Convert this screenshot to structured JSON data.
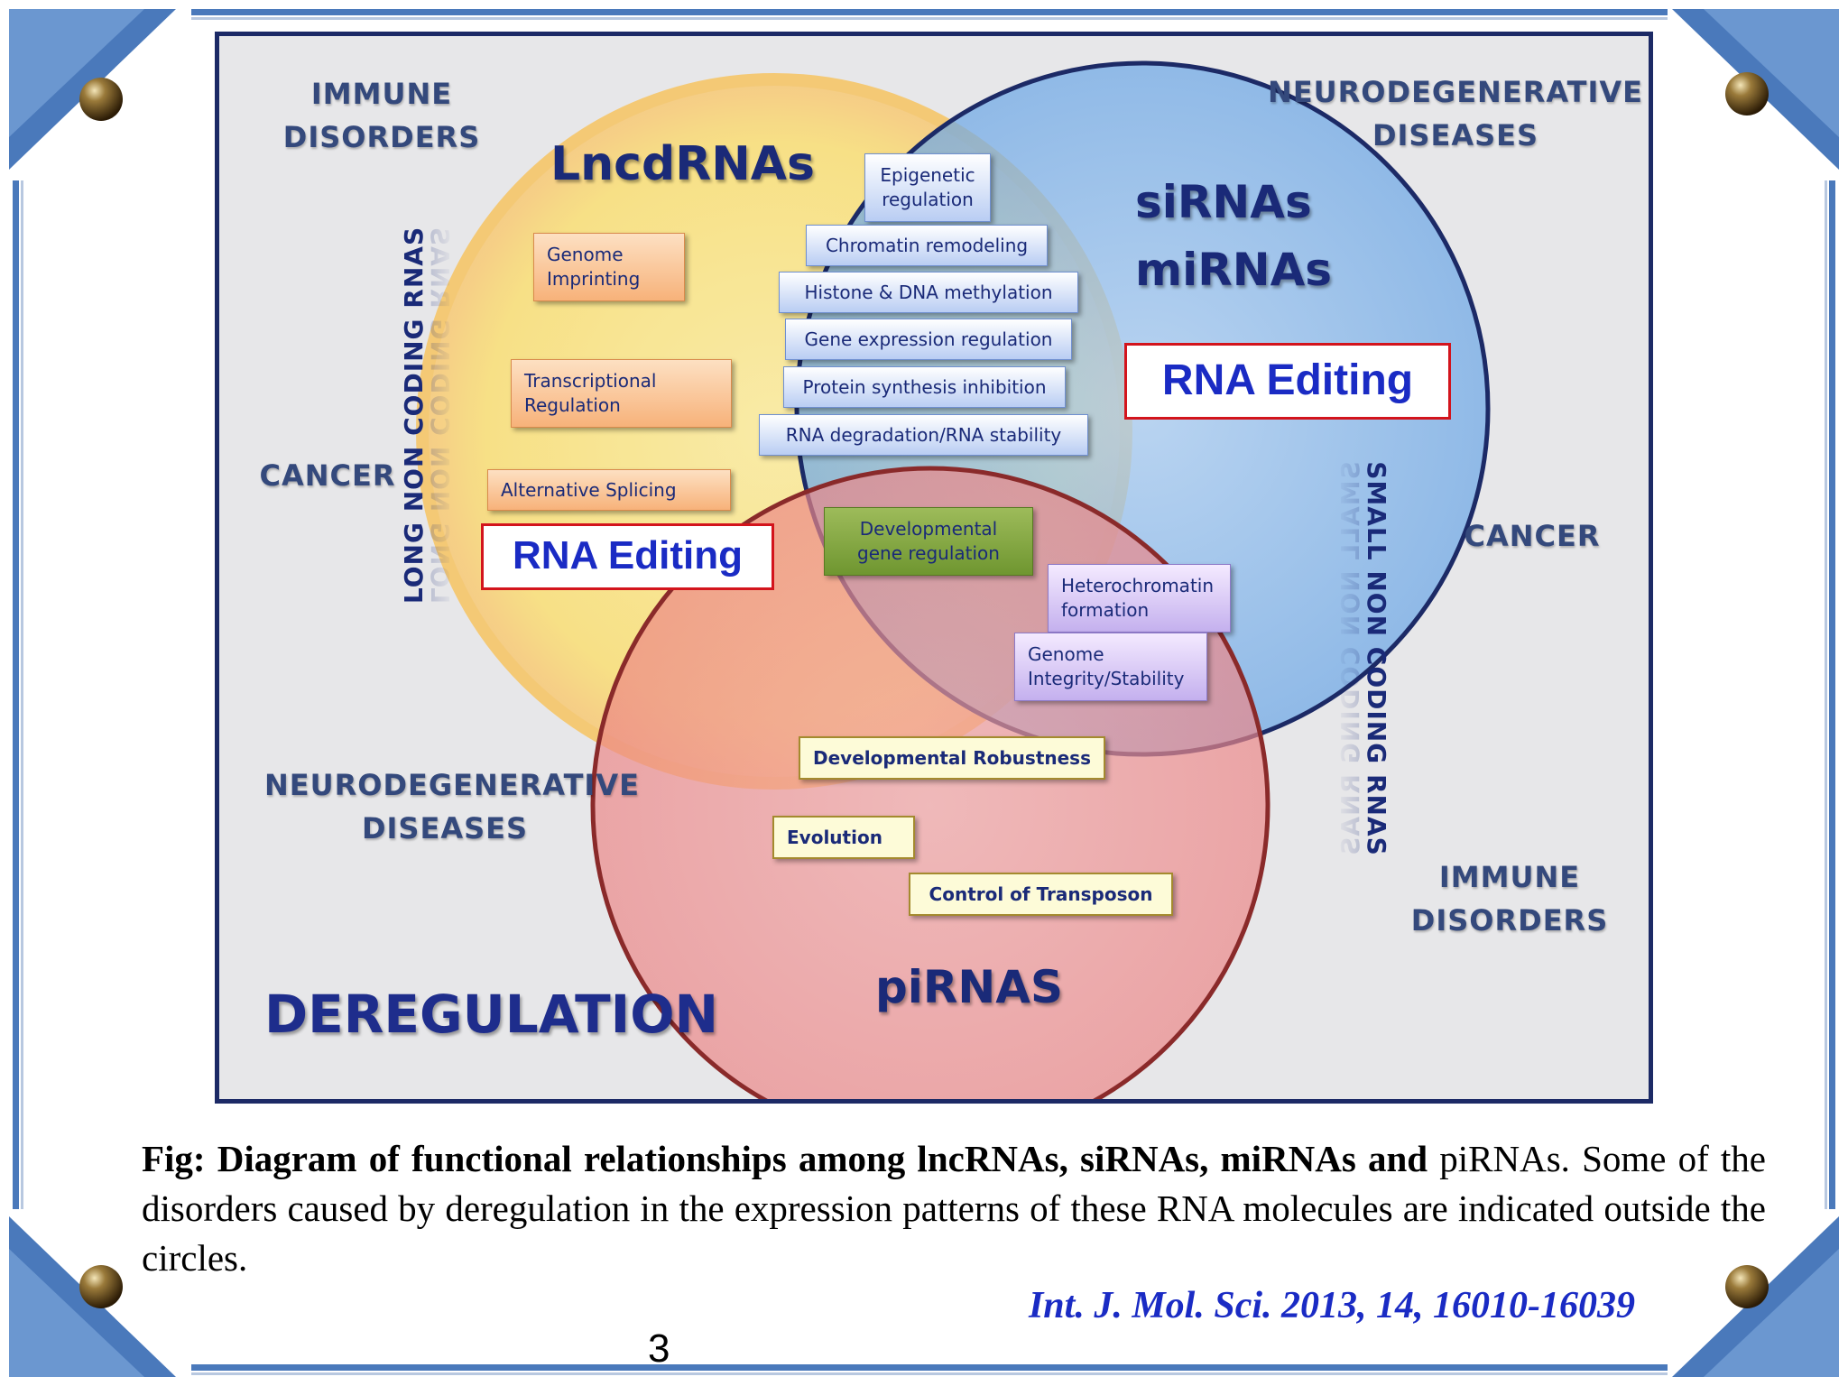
{
  "diagram": {
    "sets": {
      "lnc": "LncdRNAs",
      "si": "siRNAs",
      "mi": "miRNAs",
      "pi": "piRNAS"
    },
    "side_labels": {
      "long_nc": "LONG NON CODING RNAS",
      "small_nc": "SMALL NON CODING RNAS"
    },
    "disorders": {
      "immune_tl_1": "IMMUNE",
      "immune_tl_2": "DISORDERS",
      "neuro_tr_1": "NEURODEGENERATIVE",
      "neuro_tr_2": "DISEASES",
      "cancer_left": "CANCER",
      "cancer_right": "CANCER",
      "neuro_bl_1": "NEURODEGENERATIVE",
      "neuro_bl_2": "DISEASES",
      "immune_br_1": "IMMUNE",
      "immune_br_2": "DISORDERS"
    },
    "deregulation": "DEREGULATION",
    "rna_editing_left": "RNA Editing",
    "rna_editing_right": "RNA Editing",
    "lnc_only": {
      "genome_imprinting_1": "Genome",
      "genome_imprinting_2": "Imprinting",
      "transcriptional_1": "Transcriptional",
      "transcriptional_2": "Regulation",
      "alt_splicing": "Alternative Splicing"
    },
    "lnc_si_overlap": {
      "epigenetic_1": "Epigenetic",
      "epigenetic_2": "regulation",
      "chromatin": "Chromatin remodeling",
      "histone": "Histone & DNA methylation",
      "gene_expr": "Gene expression regulation",
      "protein": "Protein synthesis inhibition",
      "rna_deg": "RNA degradation/RNA stability"
    },
    "center": {
      "dev_1": "Developmental",
      "dev_2": "gene regulation"
    },
    "si_pi_overlap": {
      "hetero_1": "Heterochromatin",
      "hetero_2": "formation",
      "genome_int_1": "Genome",
      "genome_int_2": "Integrity/Stability"
    },
    "pi_only": {
      "dev_robust": "Developmental Robustness",
      "evolution": "Evolution",
      "transposon": "Control of Transposon"
    }
  },
  "caption": {
    "bold": "Fig: Diagram of functional relationships among lncRNAs, siRNAs, miRNAs and",
    "rest": " piRNAs. Some of the disorders caused by deregulation in the expression patterns of these RNA molecules are indicated outside the circles."
  },
  "citation": "Int. J. Mol. Sci. 2013, 14, 16010-16039",
  "page_number": "3",
  "colors": {
    "frame": "#4a79bb",
    "lnc_circle": "#f9e07e",
    "si_circle": "#7eb2e8",
    "pi_circle": "#ef8a8c",
    "label_text": "#34497c",
    "editing_border": "#d3141c",
    "editing_text": "#1a2bc4"
  }
}
